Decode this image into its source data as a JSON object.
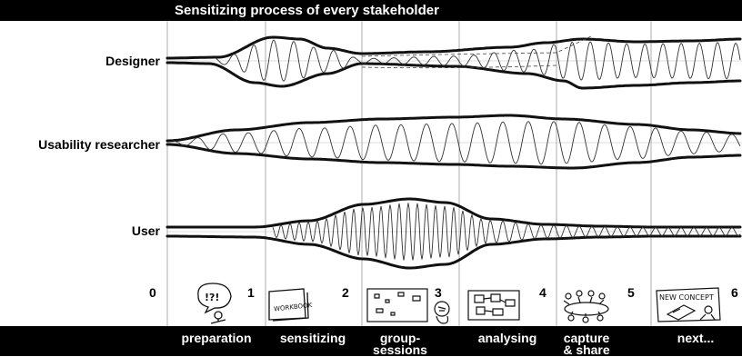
{
  "title": "Sensitizing process of every stakeholder",
  "rows": [
    {
      "id": "designer",
      "label": "Designer"
    },
    {
      "id": "usability",
      "label": "Usability researcher"
    },
    {
      "id": "user",
      "label": "User"
    }
  ],
  "stage_numbers": [
    "0",
    "1",
    "2",
    "3",
    "4",
    "5",
    "6"
  ],
  "phases": [
    {
      "label": "preparation"
    },
    {
      "label": "sensitizing"
    },
    {
      "label": "group-",
      "label2": "sessions"
    },
    {
      "label": "analysing"
    },
    {
      "label": "capture",
      "label2": "& share"
    },
    {
      "label": "next..."
    }
  ],
  "sketch_texts": {
    "preparation": "!?!",
    "sensitizing": "WORKBOOK",
    "next": "NEW CONCEPT"
  }
}
